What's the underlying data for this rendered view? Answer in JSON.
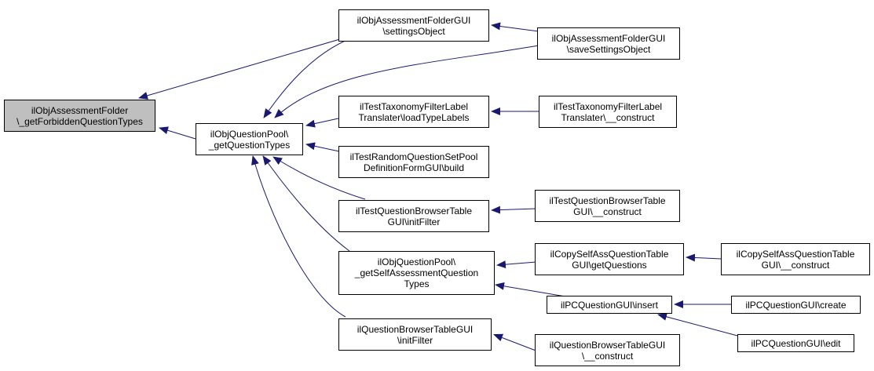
{
  "colors": {
    "edge": "#191970",
    "root_fill": "#bfbfbf",
    "node_fill": "#ffffff",
    "border": "#000000"
  },
  "nodes": [
    {
      "id": "n0",
      "lines": [
        "ilObjAssessmentFolder",
        "\\_getForbiddenQuestionTypes"
      ],
      "root": true
    },
    {
      "id": "n1",
      "lines": [
        "ilObjQuestionPool\\",
        "_getQuestionTypes"
      ]
    },
    {
      "id": "n2",
      "lines": [
        "ilObjAssessmentFolderGUI",
        "\\settingsObject"
      ]
    },
    {
      "id": "n3",
      "lines": [
        "ilObjAssessmentFolderGUI",
        "\\saveSettingsObject"
      ]
    },
    {
      "id": "n4",
      "lines": [
        "ilTestTaxonomyFilterLabel",
        "Translater\\loadTypeLabels"
      ]
    },
    {
      "id": "n5",
      "lines": [
        "ilTestTaxonomyFilterLabel",
        "Translater\\__construct"
      ]
    },
    {
      "id": "n6",
      "lines": [
        "ilTestRandomQuestionSetPool",
        "DefinitionFormGUI\\build"
      ]
    },
    {
      "id": "n7",
      "lines": [
        "ilTestQuestionBrowserTable",
        "GUI\\initFilter"
      ]
    },
    {
      "id": "n8",
      "lines": [
        "ilTestQuestionBrowserTable",
        "GUI\\__construct"
      ]
    },
    {
      "id": "n9",
      "lines": [
        "ilObjQuestionPool\\",
        "_getSelfAssessmentQuestion",
        "Types"
      ]
    },
    {
      "id": "n10",
      "lines": [
        "ilCopySelfAssQuestionTable",
        "GUI\\getQuestions"
      ]
    },
    {
      "id": "n11",
      "lines": [
        "ilCopySelfAssQuestionTable",
        "GUI\\__construct"
      ]
    },
    {
      "id": "n12",
      "lines": [
        "ilPCQuestionGUI\\insert"
      ]
    },
    {
      "id": "n13",
      "lines": [
        "ilPCQuestionGUI\\create"
      ]
    },
    {
      "id": "n14",
      "lines": [
        "ilPCQuestionGUI\\edit"
      ]
    },
    {
      "id": "n15",
      "lines": [
        "ilQuestionBrowserTableGUI",
        "\\initFilter"
      ]
    },
    {
      "id": "n16",
      "lines": [
        "ilQuestionBrowserTableGUI",
        "\\__construct"
      ]
    }
  ],
  "edges": [
    {
      "from": "n1",
      "to": "n0"
    },
    {
      "from": "n2",
      "to": "n0"
    },
    {
      "from": "n2",
      "to": "n1"
    },
    {
      "from": "n3",
      "to": "n1"
    },
    {
      "from": "n3",
      "to": "n2"
    },
    {
      "from": "n4",
      "to": "n1"
    },
    {
      "from": "n5",
      "to": "n4"
    },
    {
      "from": "n6",
      "to": "n1"
    },
    {
      "from": "n7",
      "to": "n1"
    },
    {
      "from": "n8",
      "to": "n7"
    },
    {
      "from": "n9",
      "to": "n1"
    },
    {
      "from": "n10",
      "to": "n9"
    },
    {
      "from": "n11",
      "to": "n10"
    },
    {
      "from": "n12",
      "to": "n9"
    },
    {
      "from": "n13",
      "to": "n12"
    },
    {
      "from": "n14",
      "to": "n12"
    },
    {
      "from": "n15",
      "to": "n1"
    },
    {
      "from": "n16",
      "to": "n15"
    }
  ]
}
